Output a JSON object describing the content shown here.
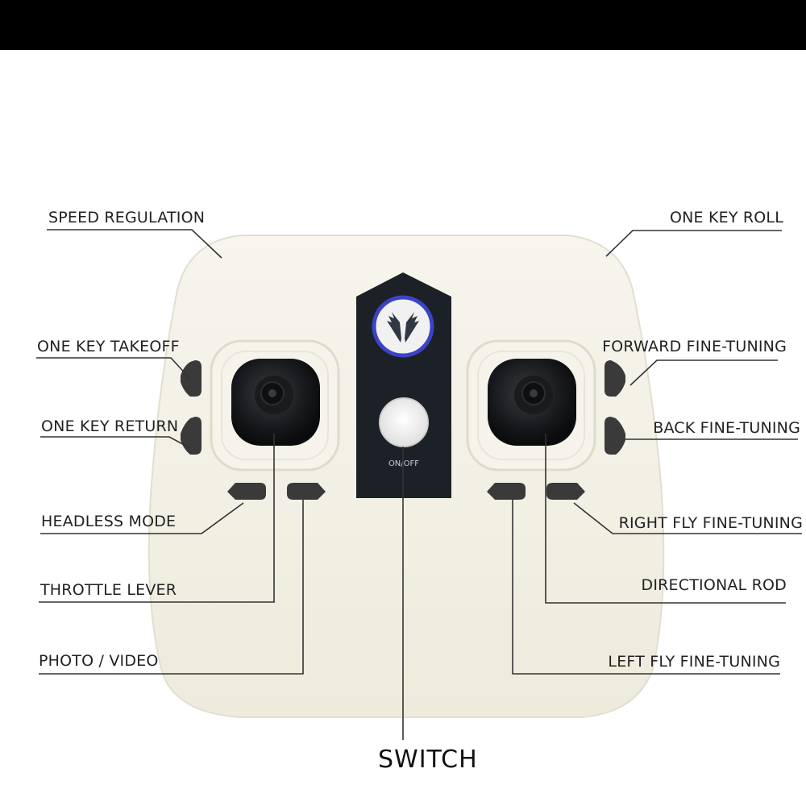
{
  "labels": {
    "speed_regulation": "SPEED REGULATION",
    "one_key_roll": "ONE KEY ROLL",
    "one_key_takeoff": "ONE KEY TAKEOFF",
    "forward_fine_tuning": "FORWARD FINE-TUNING",
    "one_key_return": "ONE KEY RETURN",
    "back_fine_tuning": "BACK FINE-TUNING",
    "headless_mode": "HEADLESS MODE",
    "right_fly_fine_tuning": "RIGHT FLY FINE-TUNING",
    "throttle_lever": "THROTTLE LEVER",
    "directional_rod": "DIRECTIONAL ROD",
    "photo_video": "PHOTO / VIDEO",
    "left_fly_fine_tuning": "LEFT FLY FINE-TUNING",
    "switch": "SWITCH"
  },
  "panel": {
    "onoff_text": "ON/OFF"
  },
  "colors": {
    "body": "#f3f1e6",
    "panel": "#1c2127",
    "logo_ring": "#3b43c7",
    "button": "#3a3a3a",
    "line": "#333333"
  }
}
